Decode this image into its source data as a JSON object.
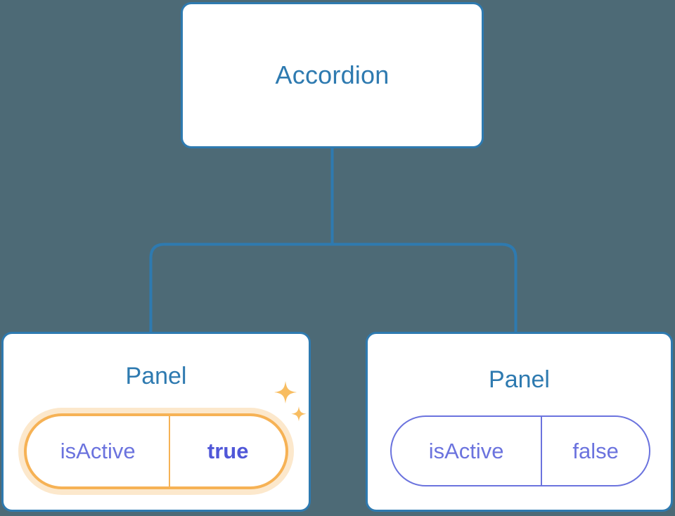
{
  "background_color": "#4d6a76",
  "accent_colors": {
    "card_border": "#2e7ab0",
    "card_title": "#2e7ab0",
    "connector": "#2e7ab0",
    "pill_border_default": "#6b73de",
    "pill_text_default": "#6b73de",
    "pill_border_highlight": "#f6b255",
    "pill_glow_highlight": "rgba(246,178,85,0.30)",
    "pill_value_highlight": "#5057d8",
    "sparkle": "#f8bd61",
    "card_background": "#ffffff"
  },
  "tree": {
    "root": {
      "title": "Accordion"
    },
    "children": [
      {
        "title": "Panel",
        "highlighted": true,
        "prop": {
          "key": "isActive",
          "value": "true"
        },
        "sparkle_icons": [
          "sparkle-large-icon",
          "sparkle-small-icon"
        ]
      },
      {
        "title": "Panel",
        "highlighted": false,
        "prop": {
          "key": "isActive",
          "value": "false"
        }
      }
    ]
  }
}
